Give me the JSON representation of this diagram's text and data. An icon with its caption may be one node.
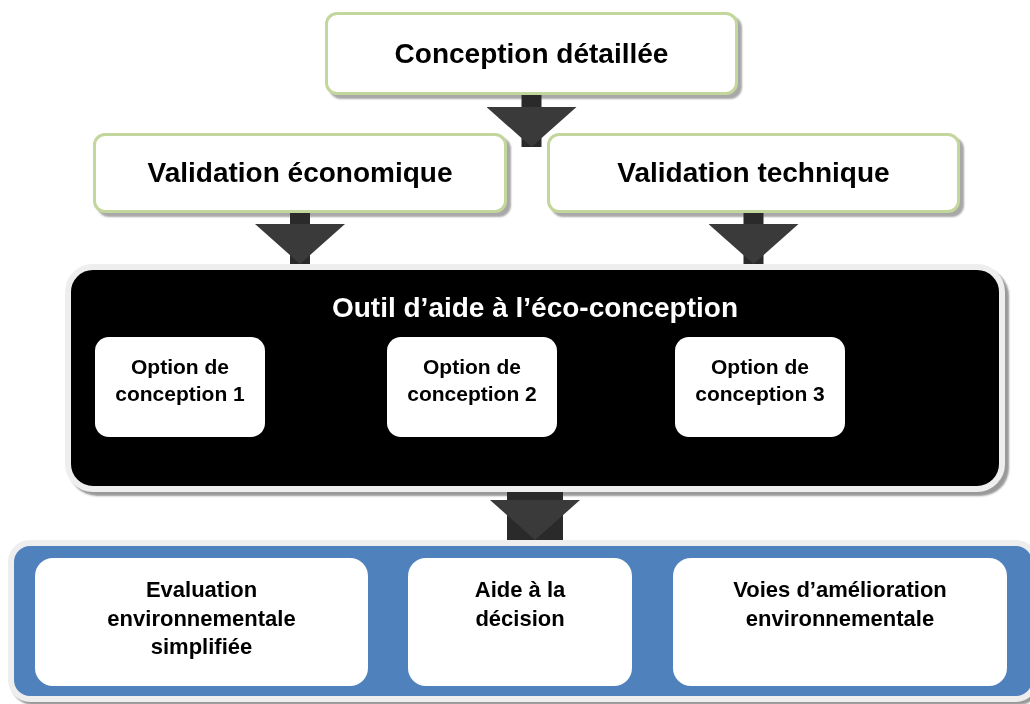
{
  "diagram": {
    "nodes": [
      {
        "text": [
          "Conception détaillée"
        ]
      },
      {
        "text": [
          "Validation économique"
        ]
      },
      {
        "text": [
          "Validation technique"
        ]
      },
      {
        "text": [
          "Outil d’aide à l’éco-conception"
        ]
      },
      {
        "text": [
          "Option de conception 1"
        ],
        "in": 3
      },
      {
        "text": [
          "Option de conception 2"
        ],
        "in": 3
      },
      {
        "text": [
          "Option de conception 3"
        ],
        "in": 3
      },
      {
        "text": [],
        "shape": "box"
      },
      {
        "text": [
          "Evaluation environnementale simplifiée"
        ],
        "in": 7
      },
      {
        "text": [
          "Aide à la décision"
        ],
        "in": 7
      },
      {
        "text": [
          "Voies d’amélioration environnementale"
        ],
        "in": 7
      }
    ],
    "edges": [
      {
        "from": 0,
        "to": 1,
        "arrow": "to"
      },
      {
        "from": 0,
        "to": 2,
        "arrow": "to"
      },
      {
        "from": 1,
        "to": 3,
        "arrow": "to"
      },
      {
        "from": 2,
        "to": 3,
        "arrow": "to"
      },
      {
        "from": 3,
        "to": 7,
        "arrow": "to",
        "style": "thick"
      }
    ]
  }
}
